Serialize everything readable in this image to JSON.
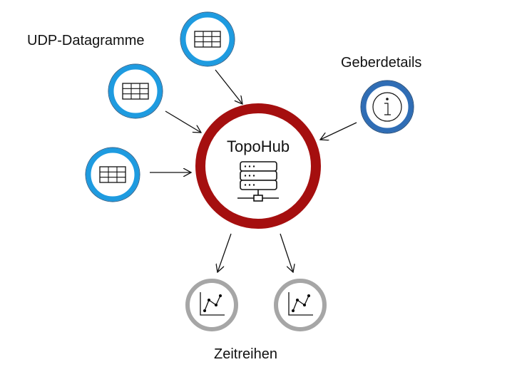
{
  "hub": {
    "label": "TopoHub",
    "icon": "server-icon",
    "color": "#a50f0f"
  },
  "labels": {
    "udp": "UDP-Datagramme",
    "geber": "Geberdetails",
    "zeitreihen": "Zeitreihen"
  },
  "colors": {
    "udp_ring": "#1e9be0",
    "info_ring": "#2f6db5",
    "series_ring": "#a6a6a6"
  },
  "icons": {
    "udp": "table-icon",
    "info": "info-icon",
    "series": "line-chart-icon"
  }
}
